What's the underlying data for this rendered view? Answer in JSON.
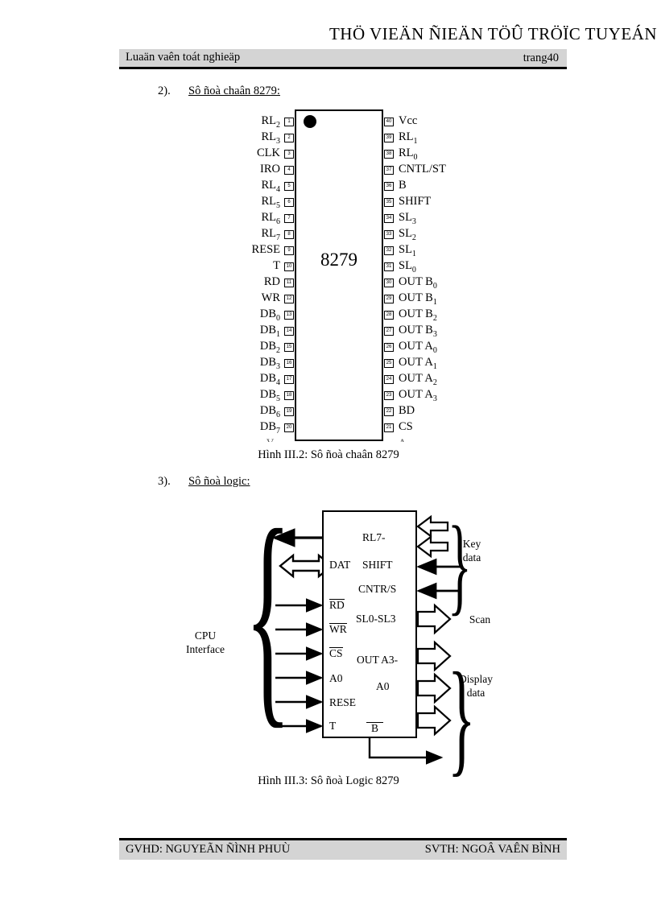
{
  "header": {
    "watermark": "THÖ VIEÄN ÑIEÄN TÖÛ TRÖÏC TUYEÁN",
    "doc_title": "Luaän vaên toát nghieäp",
    "page_label": "trang40"
  },
  "sections": [
    {
      "number": "2).",
      "title": "Sô ñoà chaân 8279:"
    },
    {
      "number": "3).",
      "title": "Sô ñoà logic:"
    }
  ],
  "pin_diagram": {
    "chip_name": "8279",
    "caption": "Hình III.2: Sô ñoà chaân 8279",
    "left_pins": [
      {
        "num": "1",
        "label": "RL",
        "sub": "2"
      },
      {
        "num": "2",
        "label": "RL",
        "sub": "3"
      },
      {
        "num": "3",
        "label": "CLK",
        "sub": ""
      },
      {
        "num": "4",
        "label": "IRO",
        "sub": ""
      },
      {
        "num": "5",
        "label": "RL",
        "sub": "4"
      },
      {
        "num": "6",
        "label": "RL",
        "sub": "5"
      },
      {
        "num": "7",
        "label": "RL",
        "sub": "6"
      },
      {
        "num": "8",
        "label": "RL",
        "sub": "7"
      },
      {
        "num": "9",
        "label": "RESE",
        "sub": ""
      },
      {
        "num": "10",
        "label": "T",
        "sub": ""
      },
      {
        "num": "11",
        "label": "RD",
        "sub": ""
      },
      {
        "num": "12",
        "label": "WR",
        "sub": ""
      },
      {
        "num": "13",
        "label": "DB",
        "sub": "0"
      },
      {
        "num": "14",
        "label": "DB",
        "sub": "1"
      },
      {
        "num": "15",
        "label": "DB",
        "sub": "2"
      },
      {
        "num": "16",
        "label": "DB",
        "sub": "3"
      },
      {
        "num": "17",
        "label": "DB",
        "sub": "4"
      },
      {
        "num": "18",
        "label": "DB",
        "sub": "5"
      },
      {
        "num": "19",
        "label": "DB",
        "sub": "6"
      },
      {
        "num": "20",
        "label": "DB",
        "sub": "7"
      }
    ],
    "left_clipped_label": "V",
    "right_clipped_label": "A",
    "right_pins": [
      {
        "num": "40",
        "label": "Vcc",
        "sub": ""
      },
      {
        "num": "39",
        "label": "RL",
        "sub": "1"
      },
      {
        "num": "38",
        "label": "RL",
        "sub": "0"
      },
      {
        "num": "37",
        "label": "CNTL/ST",
        "sub": ""
      },
      {
        "num": "36",
        "label": "B",
        "sub": ""
      },
      {
        "num": "35",
        "label": "SHIFT",
        "sub": ""
      },
      {
        "num": "34",
        "label": "SL",
        "sub": "3"
      },
      {
        "num": "33",
        "label": "SL",
        "sub": "2"
      },
      {
        "num": "32",
        "label": "SL",
        "sub": "1"
      },
      {
        "num": "31",
        "label": "SL",
        "sub": "0"
      },
      {
        "num": "30",
        "label": "OUT B",
        "sub": "0"
      },
      {
        "num": "29",
        "label": "OUT B",
        "sub": "1"
      },
      {
        "num": "28",
        "label": "OUT B",
        "sub": "2"
      },
      {
        "num": "27",
        "label": "OUT B",
        "sub": "3"
      },
      {
        "num": "26",
        "label": "OUT A",
        "sub": "0"
      },
      {
        "num": "25",
        "label": "OUT A",
        "sub": "1"
      },
      {
        "num": "24",
        "label": "OUT A",
        "sub": "2"
      },
      {
        "num": "23",
        "label": "OUT A",
        "sub": "3"
      },
      {
        "num": "22",
        "label": "BD",
        "sub": ""
      },
      {
        "num": "21",
        "label": "CS",
        "sub": ""
      }
    ]
  },
  "logic_diagram": {
    "caption": "Hình III.3: Sô ñoà Logic 8279",
    "left_group_label": "CPU\nInterface",
    "left_group_line1": "CPU",
    "left_group_line2": "Interface",
    "inner_left": [
      {
        "text": "DAT",
        "overline": false
      },
      {
        "text": "RD",
        "overline": true
      },
      {
        "text": "WR",
        "overline": true
      },
      {
        "text": "CS",
        "overline": true
      },
      {
        "text": "A0",
        "overline": false
      },
      {
        "text": "RESE",
        "overline": false
      },
      {
        "text": "T",
        "overline": false
      }
    ],
    "inner_right": [
      {
        "text": "RL7-",
        "overline": false
      },
      {
        "text": "SHIFT",
        "overline": false
      },
      {
        "text": "CNTR/S",
        "overline": false
      },
      {
        "text": "SL0-SL3",
        "overline": false
      },
      {
        "text": "OUT A3-",
        "overline": false
      },
      {
        "text": "A0",
        "overline": false
      },
      {
        "text": "B",
        "overline": true
      }
    ],
    "right_groups": [
      {
        "line1": "Key",
        "line2": "data"
      },
      {
        "line1": "Scan",
        "line2": ""
      },
      {
        "line1": "Display",
        "line2": "data"
      }
    ]
  },
  "footer": {
    "left": "GVHD: NGUYEÃN ÑÌNH PHUÙ",
    "right": "SVTH: NGOÂ VAÊN BÌNH"
  }
}
